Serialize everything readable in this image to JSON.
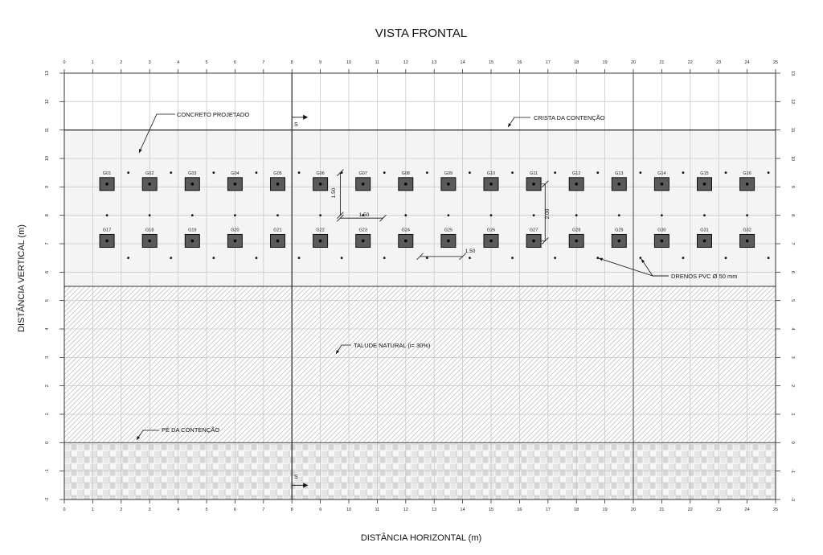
{
  "title": "VISTA FRONTAL",
  "axes": {
    "xlabel": "DISTÂNCIA HORIZONTAL (m)",
    "ylabel": "DISTÂNCIA VERTICAL (m)",
    "x_range": [
      0,
      25
    ],
    "y_range": [
      -2,
      13
    ]
  },
  "x_ticks": [
    "0",
    "1",
    "2",
    "3",
    "4",
    "5",
    "6",
    "7",
    "8",
    "9",
    "10",
    "11",
    "12",
    "13",
    "14",
    "15",
    "16",
    "17",
    "18",
    "19",
    "20",
    "21",
    "22",
    "23",
    "24",
    "25"
  ],
  "y_ticks": [
    "-2",
    "-1",
    "0",
    "1",
    "2",
    "3",
    "4",
    "5",
    "6",
    "7",
    "8",
    "9",
    "10",
    "11",
    "12",
    "13"
  ],
  "levels": {
    "crest": 11,
    "concrete_bottom": 5.5,
    "toe": 0,
    "bottom": -2
  },
  "section_x": 8,
  "vertical_line_x": 20,
  "section_label": "S",
  "annotations": {
    "concrete": "CONCRETO PROJETADO",
    "crest": "CRISTA DA CONTENÇÃO",
    "drains": "DRENOS PVC Ø 50 mm",
    "slope": "TALUDE NATURAL (i= 30%)",
    "toe": "PÉ DA CONTENÇÃO"
  },
  "anchors_row1": {
    "y": 9.1,
    "x": [
      1.5,
      3,
      4.5,
      6,
      7.5,
      9,
      10.5,
      12,
      13.5,
      15,
      16.5,
      18,
      19.5,
      21,
      22.5,
      24
    ],
    "labels": [
      "G01",
      "G02",
      "G03",
      "G04",
      "G05",
      "G06",
      "G07",
      "G08",
      "G09",
      "G10",
      "G11",
      "G12",
      "G13",
      "G14",
      "G15",
      "G16"
    ]
  },
  "anchors_row2": {
    "y": 7.1,
    "x": [
      1.5,
      3,
      4.5,
      6,
      7.5,
      9,
      10.5,
      12,
      13.5,
      15,
      16.5,
      18,
      19.5,
      21,
      22.5,
      24
    ],
    "labels": [
      "G17",
      "G18",
      "G19",
      "G20",
      "G21",
      "G22",
      "G23",
      "G24",
      "G25",
      "G26",
      "G27",
      "G28",
      "G29",
      "G30",
      "G31",
      "G32"
    ]
  },
  "drain_rows": [
    {
      "y": 9.5,
      "x": [
        2.25,
        3.75,
        5.25,
        6.75,
        8.25,
        9.75,
        11.25,
        12.75,
        14.25,
        15.75,
        17.25,
        18.75,
        20.25,
        21.75,
        23.25,
        24.75
      ]
    },
    {
      "y": 8.0,
      "x": [
        1.5,
        3,
        4.5,
        6,
        7.5,
        9,
        10.5,
        12,
        13.5,
        15,
        16.5,
        18,
        19.5,
        21,
        22.5,
        24
      ]
    },
    {
      "y": 6.5,
      "x": [
        2.25,
        3.75,
        5.25,
        6.75,
        8.25,
        9.75,
        11.25,
        12.75,
        14.25,
        15.75,
        17.25,
        18.75,
        20.25,
        21.75,
        23.25,
        24.75
      ]
    }
  ],
  "dimensions": {
    "v150": {
      "text": "1.50",
      "x": 9.7,
      "y1": 8.0,
      "y2": 9.5
    },
    "h150a": {
      "text": "1.50",
      "y": 7.9,
      "x1": 9.7,
      "x2": 11.2
    },
    "h150b": {
      "text": "1.50",
      "y": 6.55,
      "x1": 12.5,
      "x2": 14.0
    },
    "v200": {
      "text": "2.00",
      "x": 16.9,
      "y1": 7.1,
      "y2": 9.1
    }
  }
}
